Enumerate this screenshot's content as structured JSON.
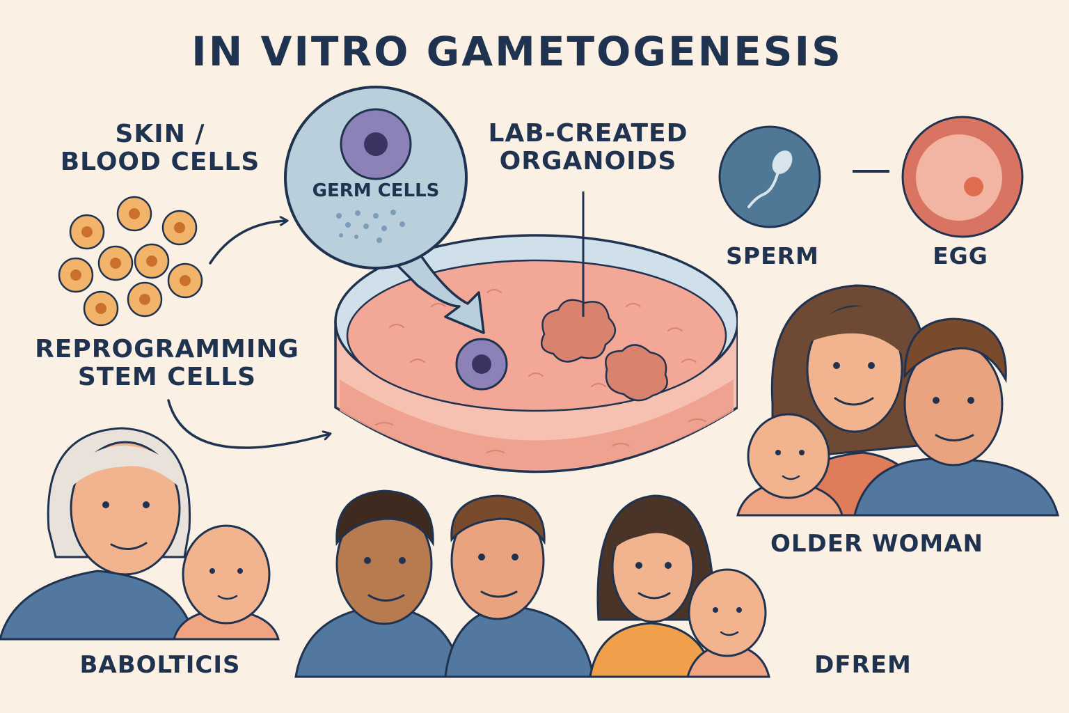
{
  "title": "IN VITRO GAMETOGENESIS",
  "labels": {
    "skin_blood": [
      "SKIN /",
      "BLOOD CELLS"
    ],
    "reprogramming": [
      "REPROGRAMMING",
      "STEM CELLS"
    ],
    "germ_cells": "GERM CELLS",
    "organoids": [
      "LAB-CREATED",
      "ORGANOIDS"
    ],
    "sperm": "SPERM",
    "egg": "EGG",
    "older_woman": "OLDER WOMAN",
    "babolticis": "BABOLTICIS",
    "dfrem": "DFREM"
  },
  "colors": {
    "background": "#fbf0e4",
    "ink": "#1f3350",
    "skin_cells": "#f2b36a",
    "germ_circle": "#b9cfdb",
    "germ_cell": "#8c82b8",
    "dish_medium": "#f2a797",
    "sperm_circle": "#4f7896",
    "egg_circle": "#d97462",
    "shirt_blue": "#5278a0",
    "shirt_orange": "#df7c5a"
  }
}
